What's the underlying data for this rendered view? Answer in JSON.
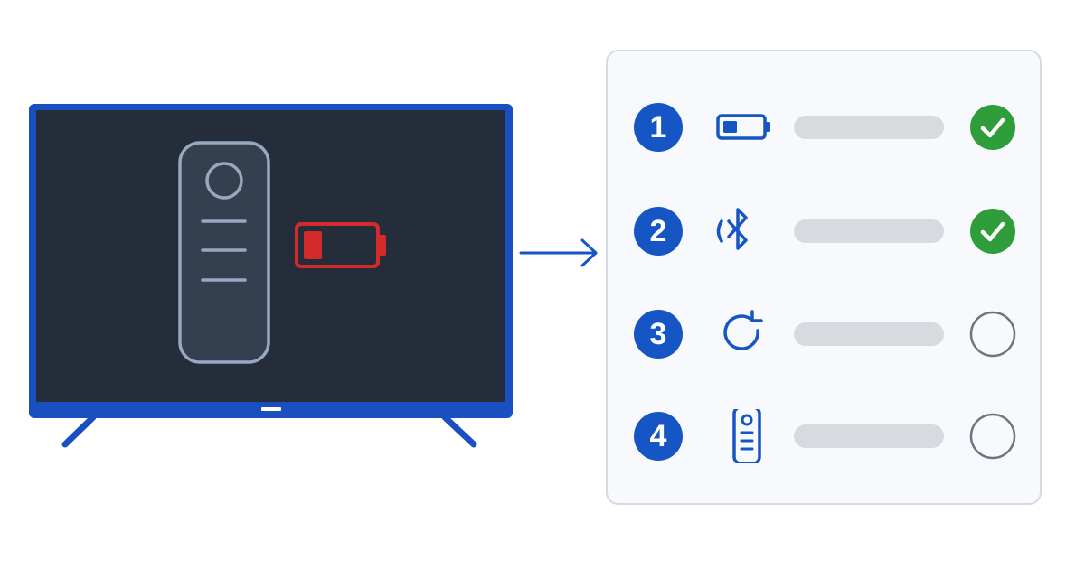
{
  "colors": {
    "accent": "#1656c4",
    "tv_frame": "#1a4fc0",
    "tv_screen": "#252d3a",
    "remote_outline": "#98a8bf",
    "battery_low": "#d42a2a",
    "success": "#2f9e3a",
    "pending_outline": "#6e7480",
    "bar_placeholder": "#d7dadf",
    "panel_border": "#d5d9e0",
    "panel_background": "#f7f9fc"
  },
  "tv": {
    "screen_icons": [
      "remote-icon",
      "low-battery-icon"
    ],
    "status_light": "indicator"
  },
  "flow": {
    "arrow_icon": "arrow-right-icon"
  },
  "checklist": {
    "steps": [
      {
        "number": "1",
        "icon": "battery-icon",
        "status": "done"
      },
      {
        "number": "2",
        "icon": "bluetooth-icon",
        "status": "done"
      },
      {
        "number": "3",
        "icon": "refresh-icon",
        "status": "pending"
      },
      {
        "number": "4",
        "icon": "remote-icon",
        "status": "pending"
      }
    ]
  }
}
